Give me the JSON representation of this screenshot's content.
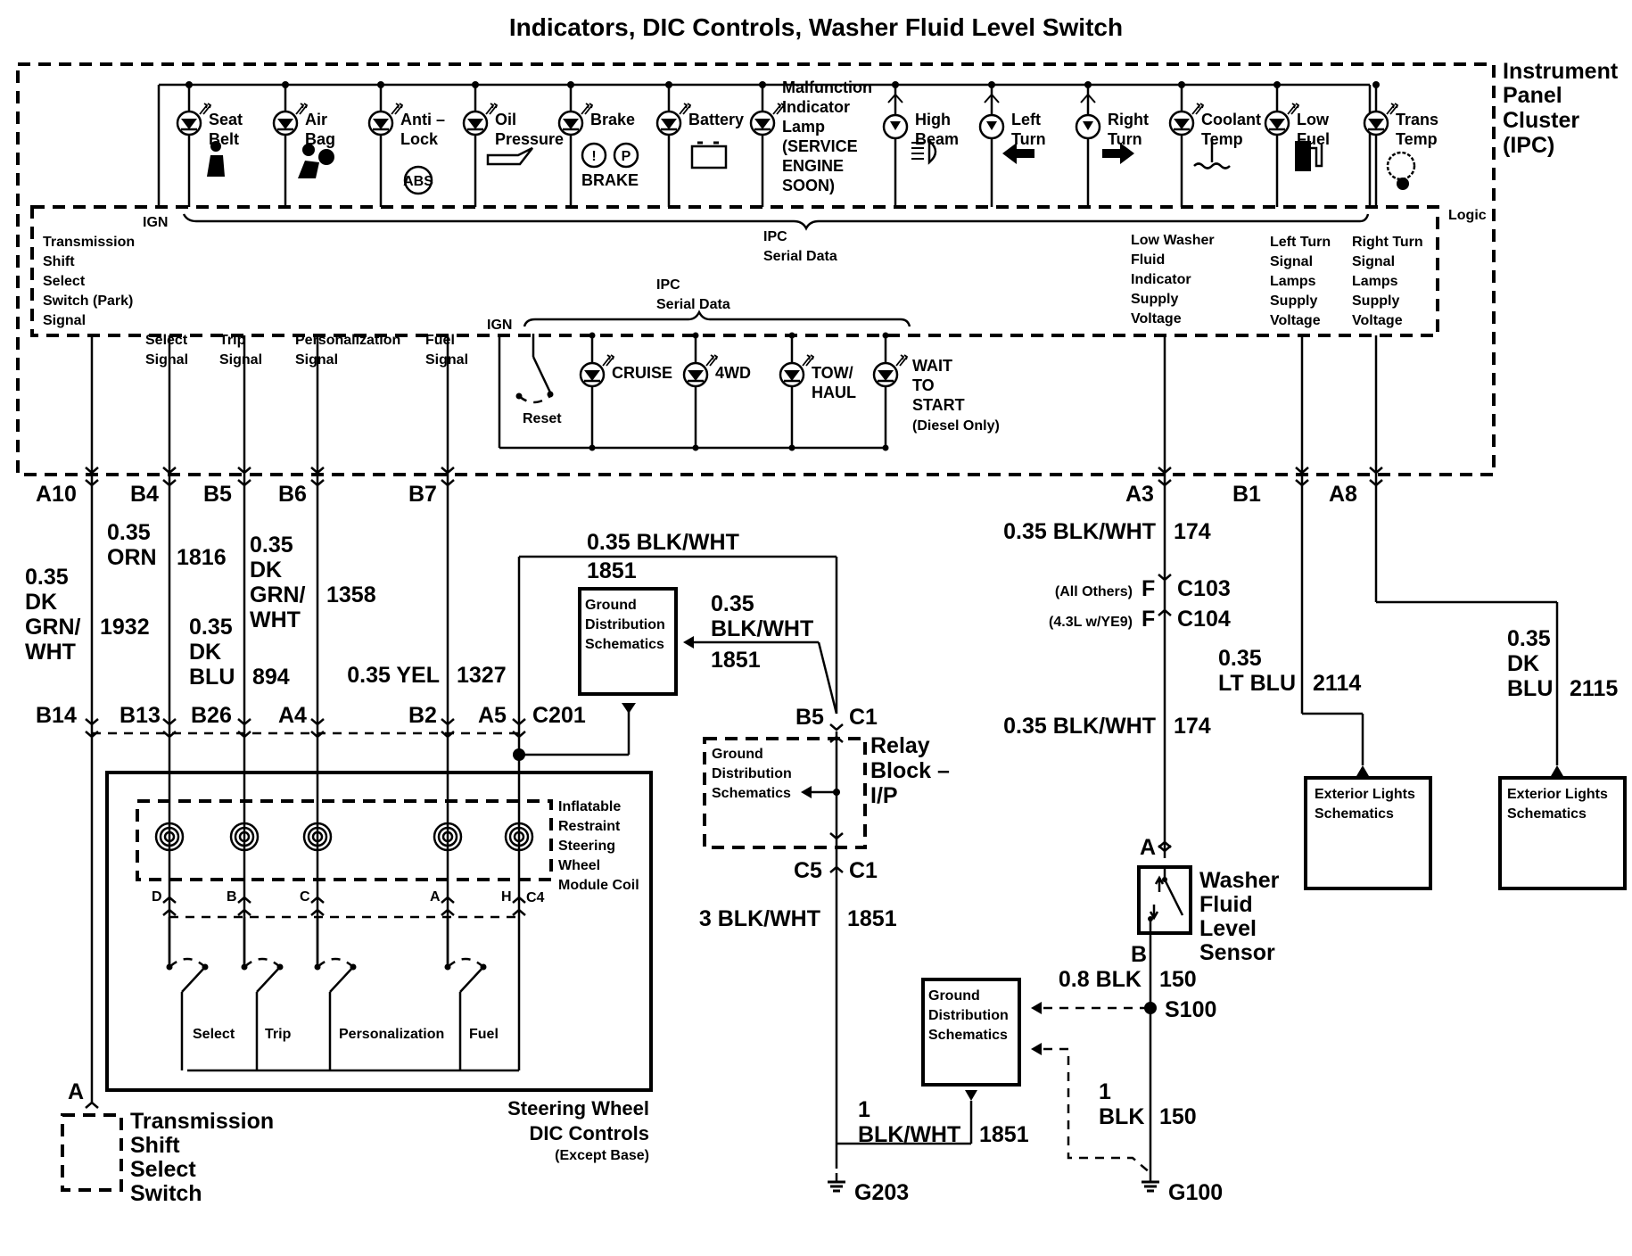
{
  "title": "Indicators, DIC Controls, Washer Fluid Level Switch",
  "ipc": {
    "name": [
      "Instrument",
      "Panel",
      "Cluster",
      "(IPC)"
    ],
    "logic": "Logic",
    "ign_top": "IGN",
    "ign_lower": "IGN",
    "serial_top": [
      "IPC",
      "Serial Data"
    ],
    "serial_lower": [
      "IPC",
      "Serial Data"
    ],
    "reset": "Reset",
    "indicators": [
      {
        "lines": [
          "Seat",
          "Belt"
        ],
        "icon": "seat-belt-icon"
      },
      {
        "lines": [
          "Air",
          "Bag"
        ],
        "icon": "air-bag-icon"
      },
      {
        "lines": [
          "Anti –",
          "Lock"
        ],
        "icon": "abs-icon",
        "glyph": "ABS"
      },
      {
        "lines": [
          "Oil",
          "Pressure"
        ],
        "icon": "oil-can-icon"
      },
      {
        "lines": [
          "Brake"
        ],
        "icon": "brake-icon",
        "sub": "BRAKE"
      },
      {
        "lines": [
          "Battery"
        ],
        "icon": "battery-icon"
      },
      {
        "lines": [
          "Malfunction",
          "Indicator",
          "Lamp",
          "(SERVICE",
          "ENGINE",
          "SOON)"
        ],
        "icon": "mil-icon"
      },
      {
        "lines": [
          "High",
          "Beam"
        ],
        "icon": "high-beam-icon"
      },
      {
        "lines": [
          "Left",
          "Turn"
        ],
        "icon": "left-arrow-icon"
      },
      {
        "lines": [
          "Right",
          "Turn"
        ],
        "icon": "right-arrow-icon"
      },
      {
        "lines": [
          "Coolant",
          "Temp"
        ],
        "icon": "coolant-icon"
      },
      {
        "lines": [
          "Low",
          "Fuel"
        ],
        "icon": "fuel-pump-icon"
      },
      {
        "lines": [
          "Trans",
          "Temp"
        ],
        "icon": "trans-temp-icon"
      }
    ],
    "lower_indicators": [
      {
        "lines": [
          "CRUISE"
        ]
      },
      {
        "lines": [
          "4WD"
        ]
      },
      {
        "lines": [
          "TOW/",
          "HAUL"
        ]
      },
      {
        "lines": [
          "WAIT",
          "TO",
          "START",
          "(Diesel Only)"
        ]
      }
    ],
    "signals": [
      {
        "lines": [
          "Transmission",
          "Shift",
          "Select",
          "Switch (Park)",
          "Signal"
        ]
      },
      {
        "lines": [
          "Select",
          "Signal"
        ]
      },
      {
        "lines": [
          "Trip",
          "Signal"
        ]
      },
      {
        "lines": [
          "Personalization",
          "Signal"
        ]
      },
      {
        "lines": [
          "Fuel",
          "Signal"
        ]
      },
      {
        "lines": [
          "Low Washer",
          "Fluid",
          "Indicator",
          "Supply",
          "Voltage"
        ]
      },
      {
        "lines": [
          "Left Turn",
          "Signal",
          "Lamps",
          "Supply",
          "Voltage"
        ]
      },
      {
        "lines": [
          "Right Turn",
          "Signal",
          "Lamps",
          "Supply",
          "Voltage"
        ]
      }
    ]
  },
  "pins_ipc": [
    "A10",
    "B4",
    "B5",
    "B6",
    "B7",
    "A3",
    "B1",
    "A8"
  ],
  "wires": {
    "a10": {
      "size": [
        "0.35",
        "DK",
        "GRN/",
        "WHT"
      ],
      "circuit": "1932"
    },
    "b4": {
      "size": [
        "0.35",
        "ORN"
      ],
      "circuit": "1816"
    },
    "b5": {
      "size": [
        "0.35",
        "DK",
        "BLU"
      ],
      "circuit": "894"
    },
    "b6": {
      "size": [
        "0.35",
        "DK",
        "GRN/",
        "WHT"
      ],
      "circuit": "1358"
    },
    "b7": {
      "size": "0.35 YEL",
      "circuit": "1327"
    },
    "gnd_top": {
      "size": "0.35 BLK/WHT",
      "circuit": "1851"
    },
    "gnd_mid": {
      "size": [
        "0.35",
        "BLK/WHT"
      ],
      "circuit": "1851"
    },
    "g203": {
      "size": "3 BLK/WHT",
      "circuit": "1851"
    },
    "g203_low": {
      "size": [
        "1",
        "BLK/WHT"
      ],
      "circuit": "1851"
    },
    "a3_top": {
      "size": "0.35 BLK/WHT",
      "circuit": "174"
    },
    "a3_mid": {
      "size": "0.35 BLK/WHT",
      "circuit": "174"
    },
    "b1": {
      "size": [
        "0.35",
        "LT BLU"
      ],
      "circuit": "2114"
    },
    "a8": {
      "size": [
        "0.35",
        "DK",
        "BLU"
      ],
      "circuit": "2115"
    },
    "s100": {
      "size": "0.8 BLK",
      "circuit": "150"
    },
    "g100": {
      "size": [
        "1",
        "BLK"
      ],
      "circuit": "150"
    }
  },
  "c201": {
    "name": "C201",
    "pins": [
      "B14",
      "B13",
      "B26",
      "A4",
      "B2",
      "A5"
    ]
  },
  "coil": {
    "name": [
      "Inflatable",
      "Restraint",
      "Steering",
      "Wheel",
      "Module Coil"
    ],
    "connector": "C4",
    "pins": [
      "D",
      "B",
      "C",
      "A",
      "H"
    ]
  },
  "switches": [
    "Select",
    "Trip",
    "Personalization",
    "Fuel"
  ],
  "steering": {
    "name": [
      "Steering Wheel",
      "DIC Controls"
    ],
    "note": "(Except Base)"
  },
  "tss": {
    "pin": "A",
    "name": [
      "Transmission",
      "Shift",
      "Select",
      "Switch"
    ]
  },
  "relay_block": {
    "name": [
      "Relay",
      "Block –",
      "I/P"
    ],
    "top": [
      "B5",
      "C1"
    ],
    "bottom": [
      "C5",
      "C1"
    ]
  },
  "gds": [
    "Ground",
    "Distribution",
    "Schematics"
  ],
  "c103": {
    "note": "(All Others)",
    "pin": "F",
    "name": "C103"
  },
  "c104": {
    "note": "(4.3L w/YE9)",
    "pin": "F",
    "name": "C104"
  },
  "washer": {
    "name": [
      "Washer",
      "Fluid",
      "Level",
      "Sensor"
    ],
    "pin_a": "A",
    "pin_b": "B"
  },
  "ext": [
    "Exterior Lights",
    "Schematics"
  ],
  "splice": "S100",
  "grounds": [
    "G203",
    "G100"
  ]
}
